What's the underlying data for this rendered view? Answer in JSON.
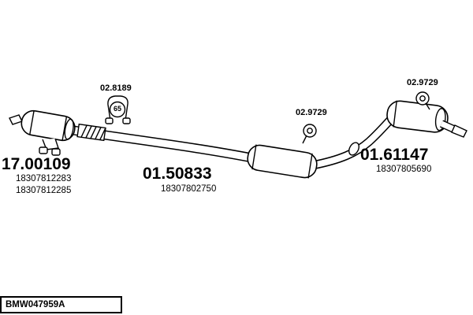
{
  "colors": {
    "background": "#ffffff",
    "ink": "#000000"
  },
  "footer": {
    "code": "BMW047959A"
  },
  "parts": [
    {
      "code": "17.00109",
      "part_numbers": [
        "18307812283",
        "18307812285"
      ]
    },
    {
      "code": "01.50833",
      "part_numbers": [
        "18307802750"
      ]
    },
    {
      "code": "01.61147",
      "part_numbers": [
        "18307805690"
      ]
    }
  ],
  "mounts": [
    {
      "code": "02.8189",
      "badge": "65"
    },
    {
      "code": "02.9729"
    },
    {
      "code": "02.9729"
    }
  ]
}
